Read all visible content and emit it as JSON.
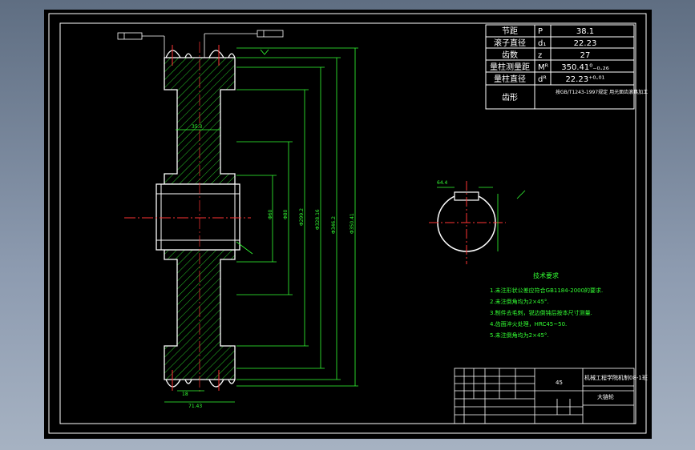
{
  "params": [
    {
      "name": "节距",
      "symbol": "P",
      "value": "38.1"
    },
    {
      "name": "滚子直径",
      "symbol": "d₁",
      "value": "22.23"
    },
    {
      "name": "齿数",
      "symbol": "z",
      "value": "27"
    },
    {
      "name": "量柱测量距",
      "symbol": "Mᴿ",
      "value": "350.41⁰₋₀.₂₆"
    },
    {
      "name": "量柱直径",
      "symbol": "dᴿ",
      "value": "22.23⁺⁰·⁰¹"
    },
    {
      "name": "齿形",
      "symbol": "",
      "value": "按GB/T1243-1997规定 用光面齿滚具加工"
    }
  ],
  "tech": {
    "title": "技术要求",
    "items": [
      "1.未注形状公差应符合GB1184-2000的要求.",
      "2.未注倒角均为2×45°.",
      "3.制件去毛刺，锐边倒钝后按本尺寸测量.",
      "4.齿面淬火处理，HRC45~50.",
      "5.未注倒角均为2×45°."
    ]
  },
  "title_block": {
    "school": "机械工程学院机制08-1班",
    "part": "大链轮",
    "material": "45"
  },
  "dims": {
    "d1": "Φ346.2",
    "d2": "Φ299.2",
    "d3": "Φ350.41",
    "d4": "Φ328.16",
    "bore": "Φ60",
    "hub": "Φ80",
    "width": "71.43",
    "keyway": "18",
    "key_depth": "64.4",
    "tooth_w": "35.3"
  }
}
